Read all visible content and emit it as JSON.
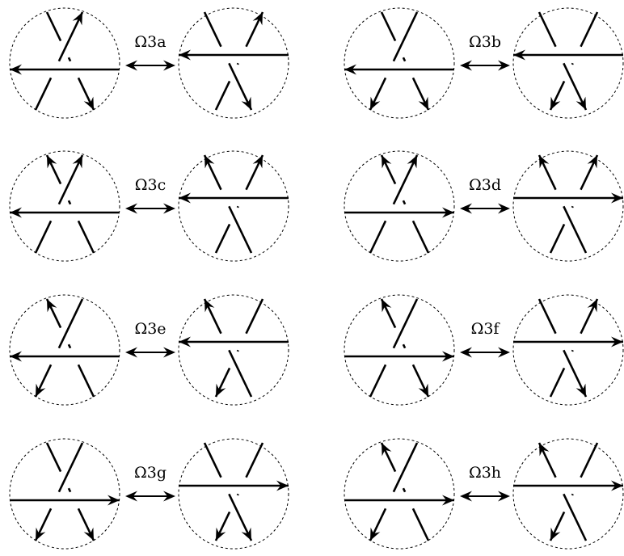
{
  "moves": [
    {
      "label": "Ω3a",
      "left_arrows": [
        "up-right",
        "left",
        "down-right"
      ],
      "right_arrows": [
        "up-right",
        "left",
        "down-right"
      ]
    },
    {
      "label": "Ω3b",
      "left_arrows": [
        "left",
        "down-left",
        "down-right"
      ],
      "right_arrows": [
        "left",
        "down-left",
        "down-right"
      ]
    },
    {
      "label": "Ω3c",
      "left_arrows": [
        "up-left",
        "up-right",
        "left"
      ],
      "right_arrows": [
        "up-left",
        "up-right",
        "left"
      ]
    },
    {
      "label": "Ω3d",
      "left_arrows": [
        "up-left",
        "up-right",
        "right"
      ],
      "right_arrows": [
        "up-left",
        "up-right",
        "right"
      ]
    },
    {
      "label": "Ω3e",
      "left_arrows": [
        "up-left",
        "left",
        "down-left"
      ],
      "right_arrows": [
        "up-left",
        "left",
        "down-left"
      ]
    },
    {
      "label": "Ω3f",
      "left_arrows": [
        "up-left",
        "right",
        "down-right"
      ],
      "right_arrows": [
        "up-right",
        "right",
        "down-right"
      ]
    },
    {
      "label": "Ω3g",
      "left_arrows": [
        "right",
        "down-left",
        "down-right"
      ],
      "right_arrows": [
        "right",
        "down-left",
        "down-right"
      ]
    },
    {
      "label": "Ω3h",
      "left_arrows": [
        "up-left",
        "right",
        "down-left"
      ],
      "right_arrows": [
        "up-left",
        "right",
        "down-left"
      ]
    }
  ]
}
